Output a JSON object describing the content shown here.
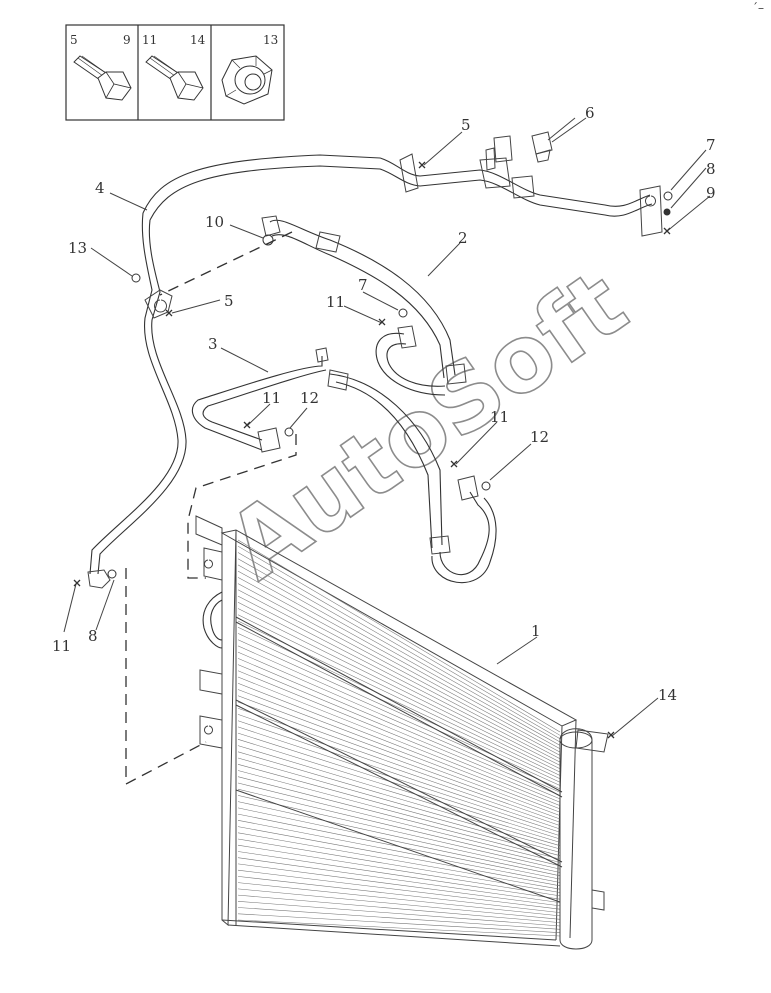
{
  "hardware_box": {
    "cells": [
      {
        "left_label": "5",
        "right_label": "9",
        "icon": "bolt-icon"
      },
      {
        "left_label": "11",
        "right_label": "14",
        "icon": "bolt-icon"
      },
      {
        "left_label": "",
        "right_label": "13",
        "icon": "nut-icon"
      }
    ]
  },
  "callouts": {
    "c1": "1",
    "c2": "2",
    "c3": "3",
    "c4": "4",
    "c5a": "5",
    "c5b": "5",
    "c6": "6",
    "c7a": "7",
    "c7b": "7",
    "c8a": "8",
    "c8b": "8",
    "c9": "9",
    "c10": "10",
    "c11a": "11",
    "c11b": "11",
    "c11c": "11",
    "c11d": "11",
    "c12a": "12",
    "c12b": "12",
    "c13": "13",
    "c14": "14"
  },
  "watermark": "AutoSoft",
  "corner_mark": "´–"
}
